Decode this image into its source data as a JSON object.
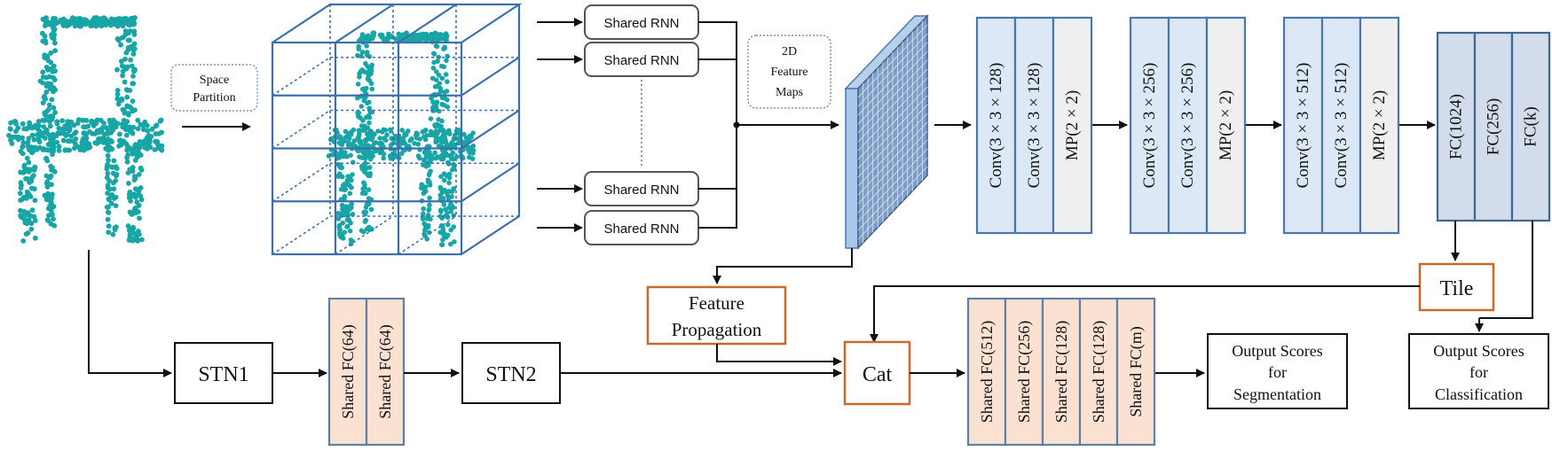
{
  "labels": {
    "space_partition": [
      "Space",
      "Partition"
    ],
    "feature_maps_2d": [
      "2D",
      "Feature",
      "Maps"
    ],
    "shared_rnn": "Shared RNN",
    "stn1": "STN1",
    "stn2": "STN2",
    "cat": "Cat",
    "tile": "Tile",
    "feature_propagation": [
      "Feature",
      "Propagation"
    ],
    "output_segmentation": [
      "Output Scores",
      "for",
      "Segmentation"
    ],
    "output_classification": [
      "Output Scores",
      "for",
      "Classification"
    ]
  },
  "conv_block_1": [
    "Conv(3 × 3 × 128)",
    "Conv(3 × 3 × 128)",
    "MP(2 × 2)"
  ],
  "conv_block_2": [
    "Conv(3 × 3 × 256)",
    "Conv(3 × 3 × 256)",
    "MP(2 × 2)"
  ],
  "conv_block_3": [
    "Conv(3 × 3 × 512)",
    "Conv(3 × 3 × 512)",
    "MP(2 × 2)"
  ],
  "fc_block": [
    "FC(1024)",
    "FC(256)",
    "FC(k)"
  ],
  "shared_fc_small": [
    "Shared FC(64)",
    "Shared FC(64)"
  ],
  "shared_fc_seg": [
    "Shared FC(512)",
    "Shared FC(256)",
    "Shared FC(128)",
    "Shared FC(128)",
    "Shared FC(m)"
  ],
  "colors": {
    "point": "#18a5a5",
    "cube": "#3d6fad",
    "conv_fill": "#dce8f5",
    "conv_border": "#4a78ad",
    "mp_fill": "#efefef",
    "fc_fill": "#d3dcea",
    "fc_border": "#3f6694",
    "shared_fc_fill": "#fbe1d2",
    "shared_fc_border": "#5e7fa6",
    "orange_border": "#c96a2b"
  }
}
